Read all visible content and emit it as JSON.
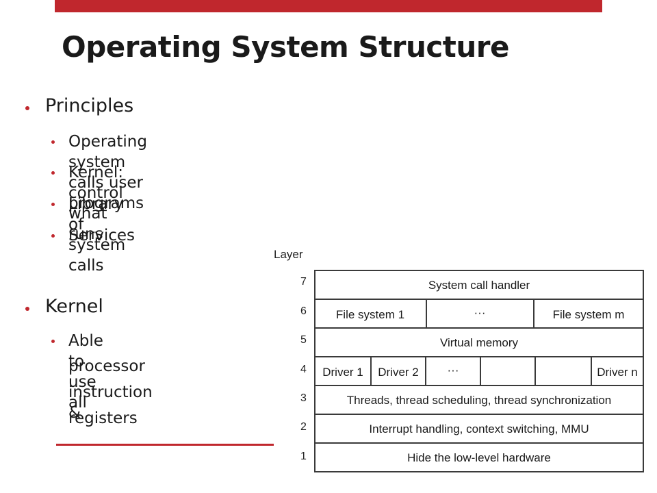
{
  "slide": {
    "title": "Operating System Structure",
    "accent_color": "#c0272d"
  },
  "bullets": {
    "principles": {
      "label": "Principles",
      "items": [
        "Operating system calls user programs",
        "Kernel: control what runs",
        "Library of system calls",
        "Services"
      ]
    },
    "kernel": {
      "label": "Kernel",
      "items": [
        [
          "Able to use all",
          "processor",
          "instruction &",
          "registers"
        ]
      ]
    }
  },
  "diagram": {
    "axis_label": "Layer",
    "layers": [
      {
        "number": "7",
        "cells": [
          "System call handler"
        ]
      },
      {
        "number": "6",
        "cells": [
          "File system 1",
          "···",
          "File system m"
        ]
      },
      {
        "number": "5",
        "cells": [
          "Virtual memory"
        ]
      },
      {
        "number": "4",
        "cells": [
          "Driver 1",
          "Driver 2",
          "···",
          "",
          "",
          "Driver n"
        ]
      },
      {
        "number": "3",
        "cells": [
          "Threads, thread scheduling, thread synchronization"
        ]
      },
      {
        "number": "2",
        "cells": [
          "Interrupt handling, context switching, MMU"
        ]
      },
      {
        "number": "1",
        "cells": [
          "Hide the low-level  hardware"
        ]
      }
    ]
  }
}
